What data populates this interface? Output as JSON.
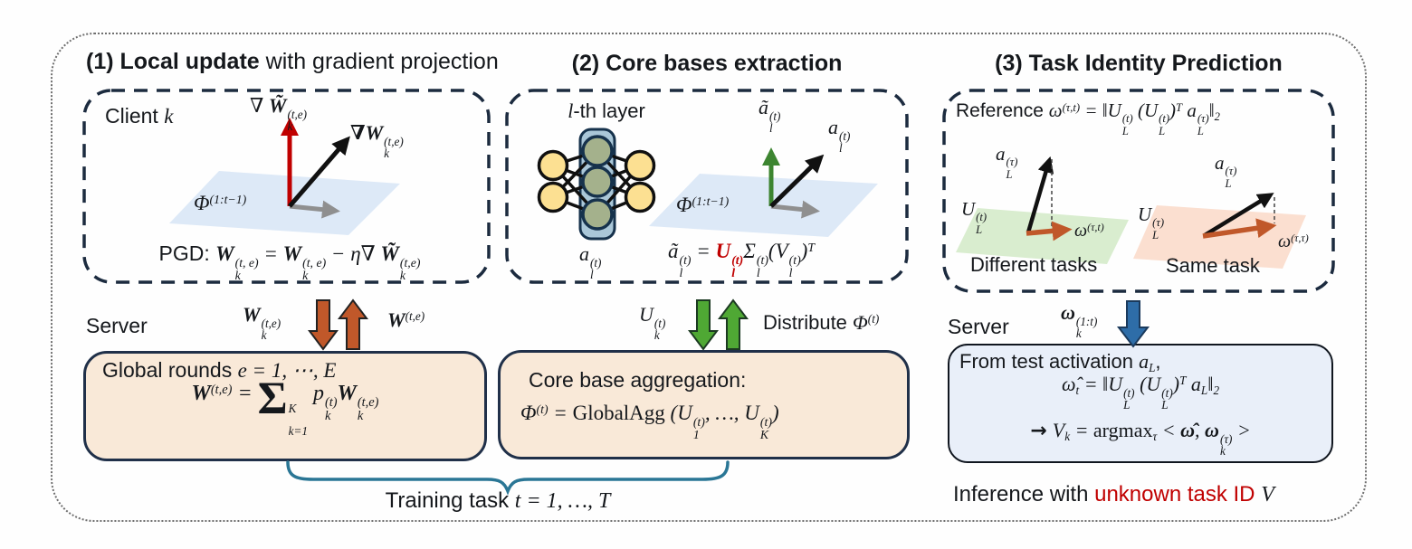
{
  "colors": {
    "accent_red": "#c00000",
    "navy_border": "#1c2b3f",
    "plane_blue": "#dde9f7",
    "plane_green": "#d9edcf",
    "plane_pink": "#fbdfd0",
    "box_beige": "#f9e9d8",
    "box_blue": "#e9eff9",
    "arrow_orange": "#c0582a",
    "arrow_green": "#4fa834",
    "arrow_blue": "#2e6da8",
    "vector_red": "#c00000",
    "vector_green": "#3d8531",
    "vector_gray": "#8f8f8f",
    "brace_teal": "#2a7695"
  },
  "panel1": {
    "title_bold": "(1) Local update",
    "title_rest": " with gradient projection",
    "client": "Client [m]k[/m]",
    "grad_tilde": "[m]∇ [b]W̃[/b][ss](t,e)|k[/ss][/m]",
    "grad": "[m][b]∇W[/b][ss](t,e)|k[/ss][/m]",
    "plane": "[m]Φ[up](1:t−1)[/up][/m]",
    "pgd": "PGD: [m][b]W[/b][ss](t, e)|k[/ss] = [b]W[/b][ss](t, e)|k[/ss] − η∇ [b]W̃[/b][ss](t,e)|k[/ss][/m]"
  },
  "panel2": {
    "title_bold": "(2) Core bases extraction",
    "layer": "[m]l[/m]-th layer",
    "act_below": "[m]a[ss](t)|l[/ss][/m]",
    "act_tilde": "[m]ã[ss](t)|l[/ss][/m]",
    "act": "[m]a[ss](t)|l[/ss][/m]",
    "plane": "[m]Φ[up](1:t−1)[/up][/m]",
    "svd": "[m]ã[ss](t)|l[/ss] = [r]U[ss](t)|l[/ss][/r]Σ[ss](t)|l[/ss](V[ss](t)|l[/ss])[up]T[/up][/m]"
  },
  "panel3": {
    "title_bold": "(3) Task Identity Prediction",
    "reference": "Reference [m]ω[up](τ,t)[/up] = ‖U[ss](t)|L[/ss] (U[ss](t)|L[/ss])[up]T[/up] a[ss](τ)|L[/ss]‖[dn]2[/dn][/m]",
    "a_left": "[m]a[ss](τ)|L[/ss][/m]",
    "u_left": "[m]U[ss](t)|L[/ss][/m]",
    "w_left": "[m]ω[up](τ,t)[/up][/m]",
    "caption_left": "Different tasks",
    "a_right": "[m]a[ss](τ)|L[/ss][/m]",
    "u_right": "[m]U[ss](τ)|L[/ss][/m]",
    "w_right": "[m]ω[up](τ,τ)[/up][/m]",
    "caption_right": "Same task"
  },
  "server_left": {
    "label": "Server",
    "down_label": "[m][b]W[/b][ss](t,e)|k[/ss][/m]",
    "up_label": "[m][b]W[/b][up](t,e)[/up][/m]",
    "line1": "Global rounds [m]e = 1, ⋯, E[/m]",
    "formula": "[m][b]W[/b][up](t,e)[/up] = [big]Σ[/big][bss]K|k=1[/bss] p[ss](t)|k[/ss][b]W[/b][ss](t,e)|k[/ss][/m]"
  },
  "server_mid": {
    "down_label": "[m]U[ss](t)|k[/ss][/m]",
    "up_label": "Distribute [m]Φ[up](t)[/up][/m]",
    "line1": "Core base aggregation:",
    "formula": "[m]Φ[up](t)[/up] = [rm]GlobalAgg[/rm] (U[ss](t)|1[/ss], …, U[ss](t)|K[/ss])[/m]"
  },
  "server_right": {
    "label": "Server",
    "down_label": "[m][b]ω[/b][ss](1:t)|k[/ss][/m]",
    "line1": "From test activation [m]a[dn]L[/dn][/m],",
    "formula": "[m]ω̂[dn]t[/dn] = ‖U[ss](t)|L[/ss] (U[ss](t)|L[/ss])[up]T[/up] a[dn]L[/dn]‖[dn]2[/dn][/m]",
    "line3": "[ar]→[/ar] [m]V[dn]k[/dn] = [rm]argmax[/rm][dn]τ[/dn] < [b]ω̂[/b], [b]ω[/b][ss](τ)|k[/ss] >[/m]"
  },
  "captions": {
    "training": "Training task [m]t = 1, …, T[/m]",
    "inference_black": "Inference with ",
    "inference_red": "unknown task ID ",
    "inference_v": "[m]V[/m]"
  }
}
